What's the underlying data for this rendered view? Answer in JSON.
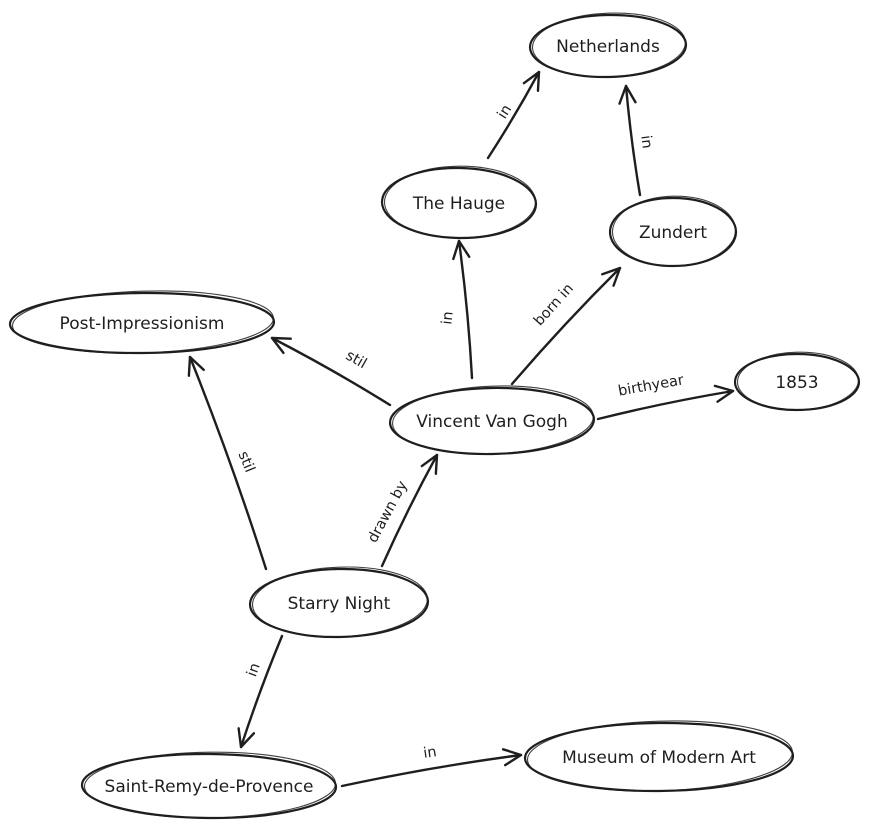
{
  "diagram": {
    "nodes": [
      {
        "id": "netherlands",
        "label": "Netherlands"
      },
      {
        "id": "the-hauge",
        "label": "The Hauge"
      },
      {
        "id": "zundert",
        "label": "Zundert"
      },
      {
        "id": "post-impressionism",
        "label": "Post-Impressionism"
      },
      {
        "id": "vincent-van-gogh",
        "label": "Vincent Van Gogh"
      },
      {
        "id": "year-1853",
        "label": "1853"
      },
      {
        "id": "starry-night",
        "label": "Starry Night"
      },
      {
        "id": "saint-remy-de-provence",
        "label": "Saint-Remy-de-Provence"
      },
      {
        "id": "museum-of-modern-art",
        "label": "Museum of Modern Art"
      }
    ],
    "edges": [
      {
        "id": "hauge-in-netherlands",
        "from": "the-hauge",
        "to": "netherlands",
        "label": "in"
      },
      {
        "id": "zundert-in-netherlands",
        "from": "zundert",
        "to": "netherlands",
        "label": "in"
      },
      {
        "id": "vangogh-in-hauge",
        "from": "vincent-van-gogh",
        "to": "the-hauge",
        "label": "in"
      },
      {
        "id": "vangogh-bornin-zundert",
        "from": "vincent-van-gogh",
        "to": "zundert",
        "label": "born in"
      },
      {
        "id": "vangogh-stil-postimpressionism",
        "from": "vincent-van-gogh",
        "to": "post-impressionism",
        "label": "stil"
      },
      {
        "id": "vangogh-birthyear-1853",
        "from": "vincent-van-gogh",
        "to": "year-1853",
        "label": "birthyear"
      },
      {
        "id": "starrynight-stil-postimpressionism",
        "from": "starry-night",
        "to": "post-impressionism",
        "label": "stil"
      },
      {
        "id": "starrynight-drawnby-vangogh",
        "from": "starry-night",
        "to": "vincent-van-gogh",
        "label": "drawn by"
      },
      {
        "id": "starrynight-in-saintremy",
        "from": "starry-night",
        "to": "saint-remy-de-provence",
        "label": "in"
      },
      {
        "id": "saintremy-in-moma",
        "from": "saint-remy-de-provence",
        "to": "museum-of-modern-art",
        "label": "in"
      }
    ]
  }
}
